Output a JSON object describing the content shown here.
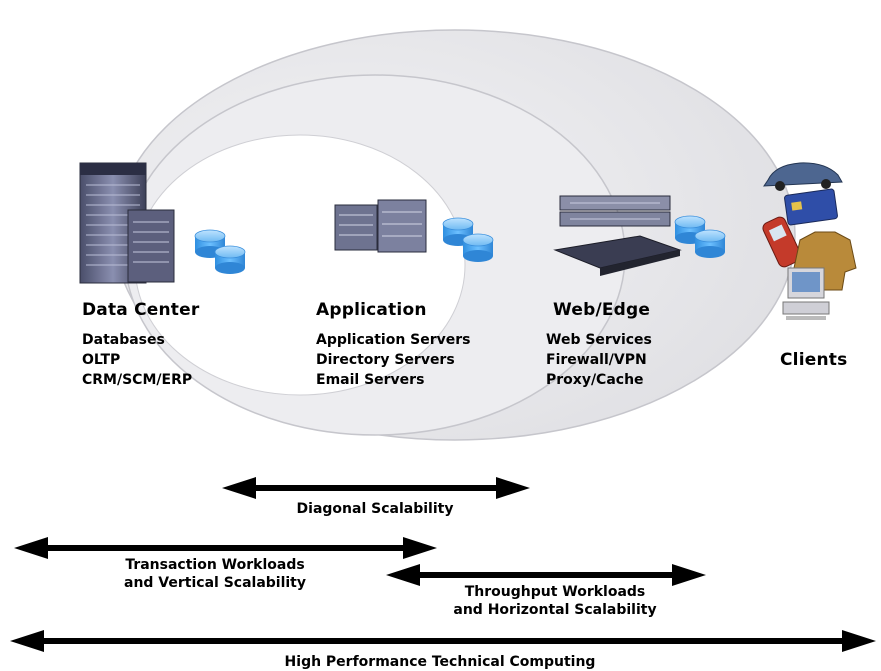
{
  "tiers": [
    {
      "title": "Data Center",
      "items": [
        "Databases",
        "OLTP",
        "CRM/SCM/ERP"
      ]
    },
    {
      "title": "Application",
      "items": [
        "Application Servers",
        "Directory Servers",
        "Email Servers"
      ]
    },
    {
      "title": "Web/Edge",
      "items": [
        "Web Services",
        "Firewall/VPN",
        "Proxy/Cache"
      ]
    },
    {
      "title": "Clients",
      "items": []
    }
  ],
  "arrows": {
    "diagonal": "Diagonal Scalability",
    "transaction": [
      "Transaction Workloads",
      "and Vertical Scalability"
    ],
    "throughput": [
      "Throughput Workloads",
      "and Horizontal Scalability"
    ],
    "hpc": "High Performance Technical Computing"
  },
  "colors": {
    "ring": "#e9e9ec",
    "ring_edge": "#c9c9cf",
    "disk": "#49a6ee",
    "arrow": "#000000"
  },
  "icons": [
    "server-cabinet-icon",
    "rack-server-icon",
    "blade-server-icon",
    "database-disk-icon",
    "car-icon",
    "smart-card-icon",
    "mobile-phone-icon",
    "jacket-icon",
    "desktop-computer-icon"
  ]
}
